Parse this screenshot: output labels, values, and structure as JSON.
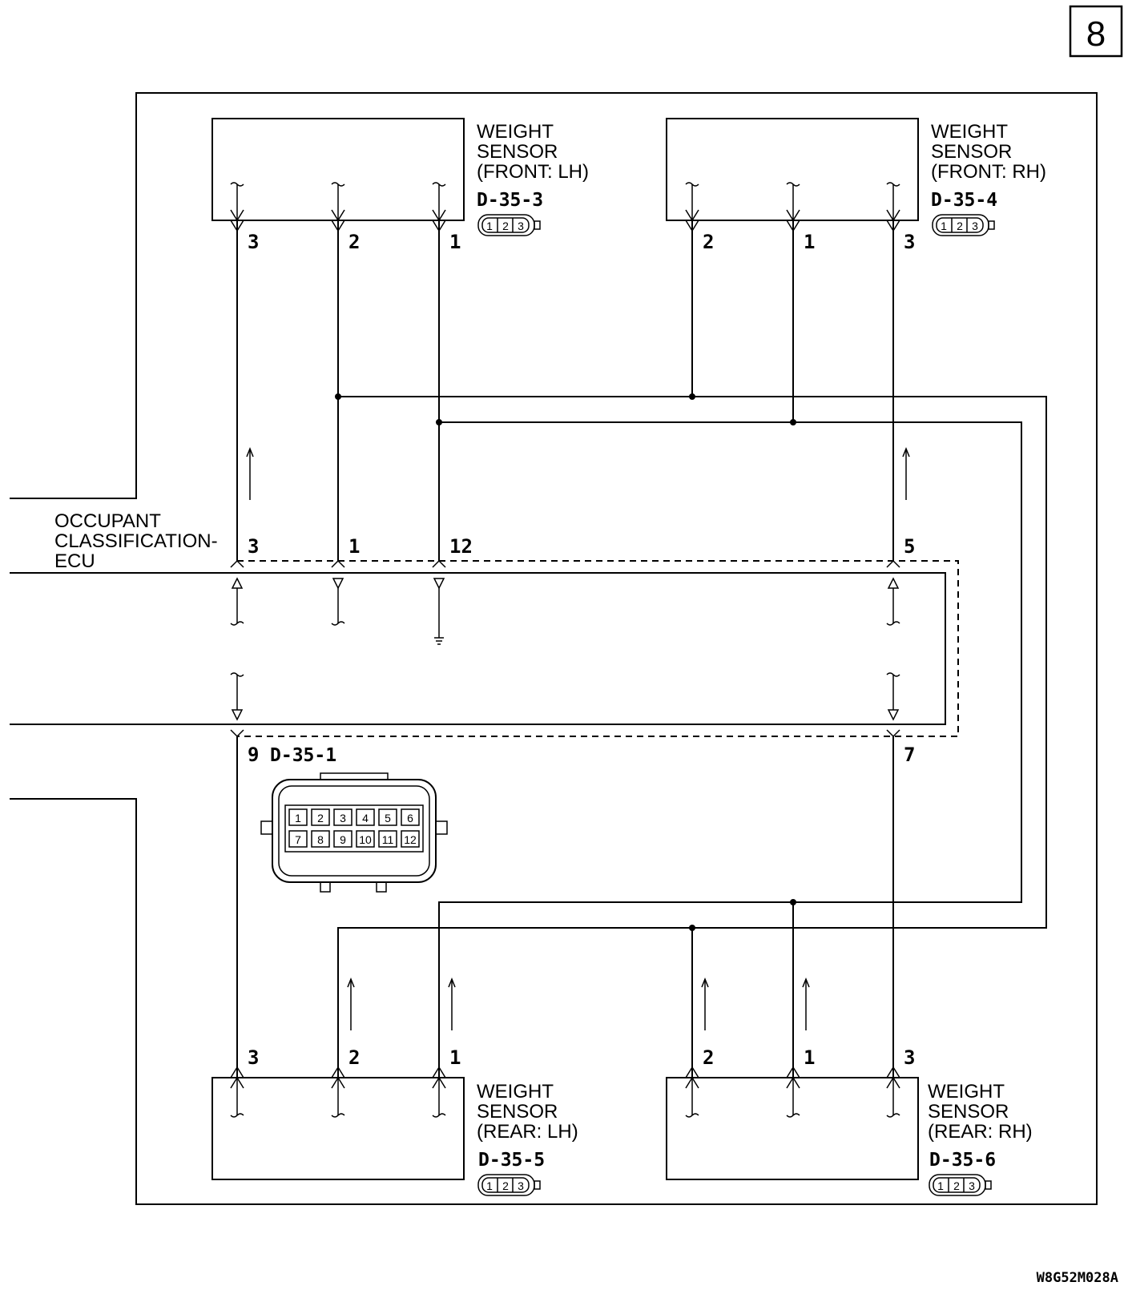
{
  "page_number": "8",
  "figure_code": "W8G52M028A",
  "ecu": {
    "name_lines": [
      "OCCUPANT",
      "CLASSIFICATION-",
      "ECU"
    ],
    "connector": "D-35-1",
    "top_pins": [
      "3",
      "1",
      "12",
      "5"
    ],
    "bottom_pins": [
      "9",
      "7"
    ],
    "cavities_row1": [
      "1",
      "2",
      "3",
      "4",
      "5",
      "6"
    ],
    "cavities_row2": [
      "7",
      "8",
      "9",
      "10",
      "11",
      "12"
    ]
  },
  "sensors": {
    "front_lh": {
      "name_lines": [
        "WEIGHT",
        "SENSOR",
        "(FRONT: LH)"
      ],
      "connector": "D-35-3",
      "pins": [
        "3",
        "2",
        "1"
      ],
      "icon_pins": [
        "1",
        "2",
        "3"
      ]
    },
    "front_rh": {
      "name_lines": [
        "WEIGHT",
        "SENSOR",
        "(FRONT: RH)"
      ],
      "connector": "D-35-4",
      "pins": [
        "2",
        "1",
        "3"
      ],
      "icon_pins": [
        "1",
        "2",
        "3"
      ]
    },
    "rear_lh": {
      "name_lines": [
        "WEIGHT",
        "SENSOR",
        "(REAR: LH)"
      ],
      "connector": "D-35-5",
      "pins": [
        "3",
        "2",
        "1"
      ],
      "icon_pins": [
        "1",
        "2",
        "3"
      ]
    },
    "rear_rh": {
      "name_lines": [
        "WEIGHT",
        "SENSOR",
        "(REAR: RH)"
      ],
      "connector": "D-35-6",
      "pins": [
        "2",
        "1",
        "3"
      ],
      "icon_pins": [
        "1",
        "2",
        "3"
      ]
    }
  }
}
